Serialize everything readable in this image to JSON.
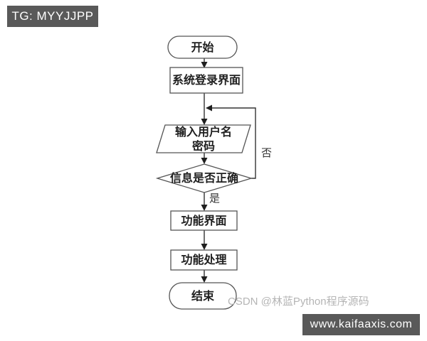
{
  "badges": {
    "top_left": "TG: MYYJJPP",
    "bottom_right": "www.kaifaaxis.com"
  },
  "watermark": "CSDN @林蓝Python程序源码",
  "flowchart": {
    "nodes": [
      {
        "id": "start",
        "type": "terminator",
        "label": "开始"
      },
      {
        "id": "login",
        "type": "process",
        "label": "系统登录界面"
      },
      {
        "id": "input",
        "type": "io",
        "label": "输入用户名\n密码"
      },
      {
        "id": "check",
        "type": "decision",
        "label": "信息是否正确"
      },
      {
        "id": "ui",
        "type": "process",
        "label": "功能界面"
      },
      {
        "id": "handle",
        "type": "process",
        "label": "功能处理"
      },
      {
        "id": "end",
        "type": "terminator",
        "label": "结束"
      }
    ],
    "edge_labels": {
      "yes": "是",
      "no": "否"
    }
  },
  "colors": {
    "badge_bg": "#595959",
    "shape_stroke": "#555555",
    "line": "#333333",
    "watermark": "#b5b5b5",
    "background": "#ffffff"
  }
}
